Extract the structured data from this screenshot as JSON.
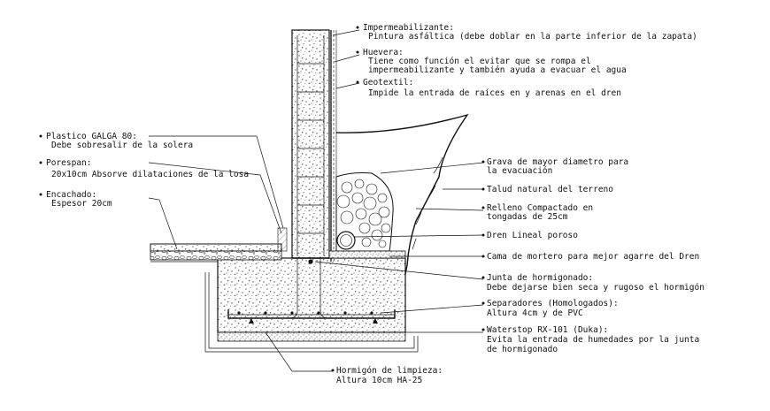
{
  "labels": {
    "impermeabilizante_title": "Impermeabilizante:",
    "impermeabilizante_desc": "Pintura asfáltica (debe doblar en la parte inferior de la zapata)",
    "huevera_title": "Huevera:",
    "huevera_desc1": "Tiene como función el evitar que se rompa el",
    "huevera_desc2": "impermeabilizante y también ayuda a evacuar el agua",
    "geotextil_title": "Geotextil:",
    "geotextil_desc": "Impide la entrada de raíces en y arenas en el dren",
    "plastico_title": "Plastico GALGA 80:",
    "plastico_desc": "Debe sobresalir de la solera",
    "porespan_title": "Porespan:",
    "porespan_desc": "20x10cm Absorve dilataciones de la losa",
    "encachado_title": "Encachado:",
    "encachado_desc": "Espesor 20cm",
    "grava_line1": "Grava de mayor diametro para",
    "grava_line2": "la evacuación",
    "talud": "Talud natural del terreno",
    "relleno_line1": "Relleno Compactado en",
    "relleno_line2": "tongadas de 25cm",
    "dren": "Dren Lineal poroso",
    "cama": "Cama de mortero para mejor agarre del Dren",
    "junta_title": "Junta de hormigonado:",
    "junta_desc": "Debe dejarse bien seca y rugoso el hormigón",
    "separadores_title": "Separadores (Homologados):",
    "separadores_desc": "Altura 4cm y de PVC",
    "waterstop_title": "Waterstop RX-101 (Duka):",
    "waterstop_desc1": "Evita la entrada de humedades por la junta",
    "waterstop_desc2": "de hormigonado",
    "limpieza_title": "Hormigón de limpieza:",
    "limpieza_desc": "Altura 10cm HA-25"
  },
  "colors": {
    "ink": "#111111",
    "background": "#ffffff"
  }
}
